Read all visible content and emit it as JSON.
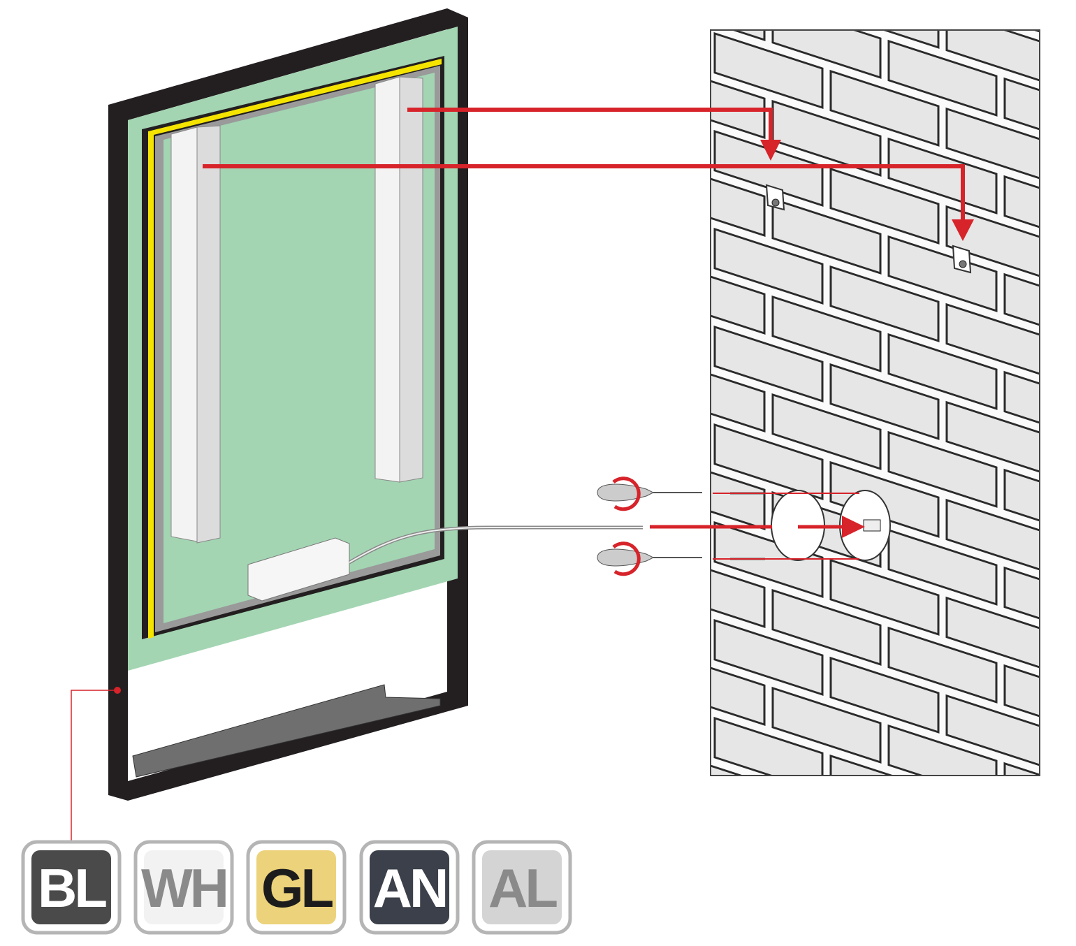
{
  "colors": {
    "frame": "#231f20",
    "panel": "#a3d5b2",
    "led_strip": "#f5e400",
    "arrow": "#d7232a",
    "wall": "#ececec",
    "shelf": "#6f6f6f"
  },
  "finish_badges": [
    {
      "code": "BL",
      "bg": "#4a4a4a",
      "text_color": "#ffffff"
    },
    {
      "code": "WH",
      "bg": "#f2f2f2",
      "text_color": "#8a8a8a"
    },
    {
      "code": "GL",
      "bg": "#ecd27a",
      "text_color": "#1c1c1c"
    },
    {
      "code": "AN",
      "bg": "#3b404a",
      "text_color": "#ffffff"
    },
    {
      "code": "AL",
      "bg": "#d4d4d4",
      "text_color": "#8a8a8a"
    }
  ]
}
